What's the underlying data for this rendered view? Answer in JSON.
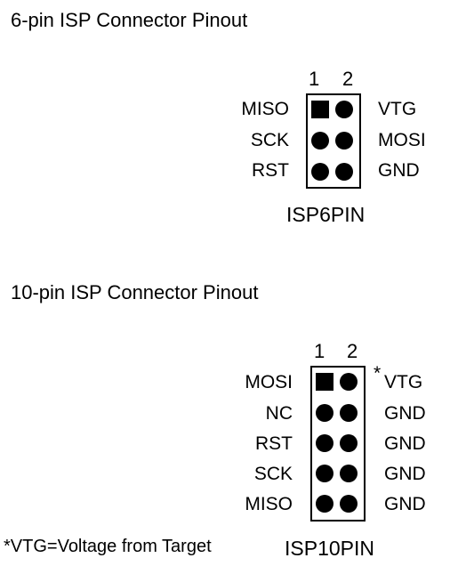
{
  "isp6": {
    "title": "6-pin ISP Connector Pinout",
    "col1": "1",
    "col2": "2",
    "left_labels": [
      "MISO",
      "SCK",
      "RST"
    ],
    "right_labels": [
      "VTG",
      "MOSI",
      "GND"
    ],
    "part_name": "ISP6PIN"
  },
  "isp10": {
    "title": "10-pin ISP Connector Pinout",
    "col1": "1",
    "col2": "2",
    "left_labels": [
      "MOSI",
      "NC",
      "RST",
      "SCK",
      "MISO"
    ],
    "right_labels": [
      "VTG",
      "GND",
      "GND",
      "GND",
      "GND"
    ],
    "vtg_marker": "*",
    "part_name": "ISP10PIN",
    "footnote": "*VTG=Voltage from Target"
  }
}
